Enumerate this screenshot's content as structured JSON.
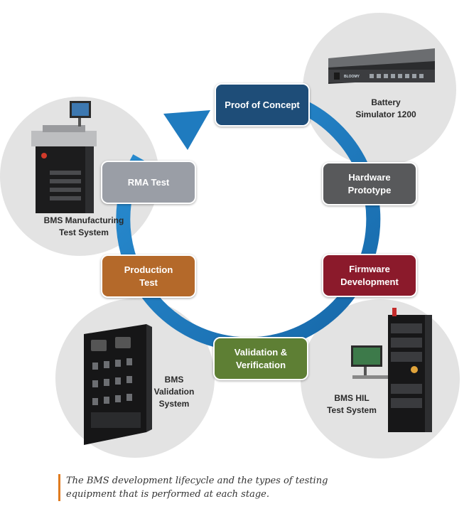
{
  "stages": [
    {
      "id": "poc",
      "label": "Proof of Concept",
      "color": "#1e4d78"
    },
    {
      "id": "hw",
      "label": "Hardware\nPrototype",
      "color": "#58595b"
    },
    {
      "id": "fw",
      "label": "Firmware\nDevelopment",
      "color": "#8b1a2b"
    },
    {
      "id": "vv",
      "label": "Validation &\nVerification",
      "color": "#5e7f34"
    },
    {
      "id": "prod",
      "label": "Production\nTest",
      "color": "#b4692a"
    },
    {
      "id": "rma",
      "label": "RMA Test",
      "color": "#9a9ea6"
    }
  ],
  "equipment": [
    {
      "id": "battery-sim",
      "label": "Battery\nSimulator 1200"
    },
    {
      "id": "hil",
      "label": "BMS HIL\nTest System"
    },
    {
      "id": "validation",
      "label": "BMS\nValidation\nSystem"
    },
    {
      "id": "manufacturing",
      "label": "BMS Manufacturing\nTest System"
    }
  ],
  "brand_text": "BLOOMY",
  "caption": "The BMS development lifecycle and the types of testing equipment that is performed at each stage.",
  "colors": {
    "ring": "#1f7bbf",
    "disc": "#e3e3e3",
    "caption_bar": "#e07b1f"
  }
}
